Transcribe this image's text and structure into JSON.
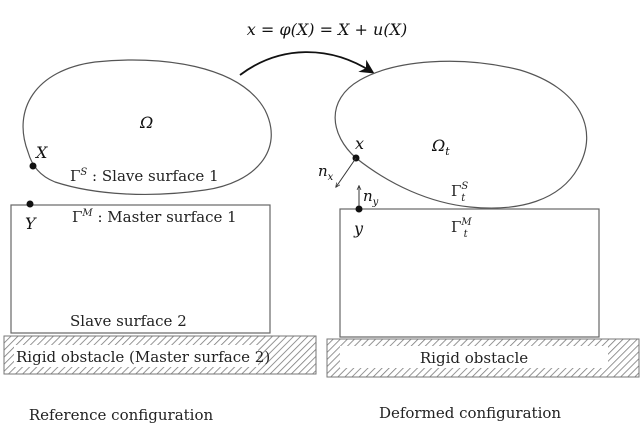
{
  "formula": "x = φ(X) = X + u(X)",
  "reference": {
    "domain_label": "Ω",
    "point_X": "X",
    "point_Y": "Y",
    "slave_label": "Γ",
    "slave_sup": "S",
    "slave_text": " : Slave surface 1",
    "master_label": "Γ",
    "master_sup": "M",
    "master_text": " : Master surface 1",
    "slave2": "Slave surface 2",
    "obstacle": "Rigid obstacle (Master surface 2)",
    "caption": "Reference configuration"
  },
  "deformed": {
    "domain_label": "Ω",
    "domain_sub": "t",
    "point_x": "x",
    "point_y": "y",
    "normal_x": "n",
    "normal_x_sub": "x",
    "normal_y": "n",
    "normal_y_sub": "y",
    "gamma_s": "Γ",
    "gamma_s_sub": "t",
    "gamma_s_sup": "S",
    "gamma_m": "Γ",
    "gamma_m_sub": "t",
    "gamma_m_sup": "M",
    "obstacle": "Rigid obstacle",
    "caption": "Deformed configuration"
  }
}
